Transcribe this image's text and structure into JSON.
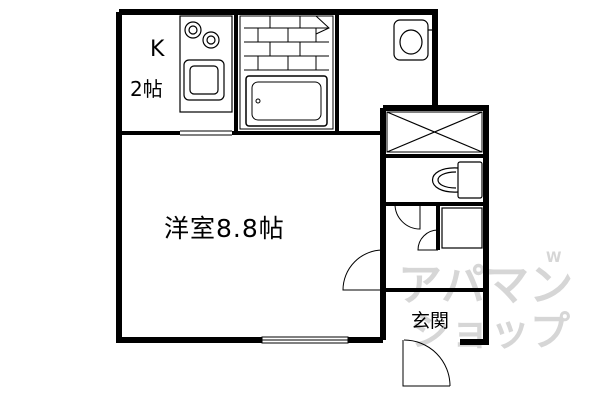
{
  "rooms": {
    "kitchen_letter": "K",
    "kitchen_size": "2帖",
    "western_room": "洋室8.8帖",
    "entrance": "玄関"
  },
  "watermark": {
    "line1": "アパマン",
    "line2": "ショップ",
    "small": "W"
  }
}
